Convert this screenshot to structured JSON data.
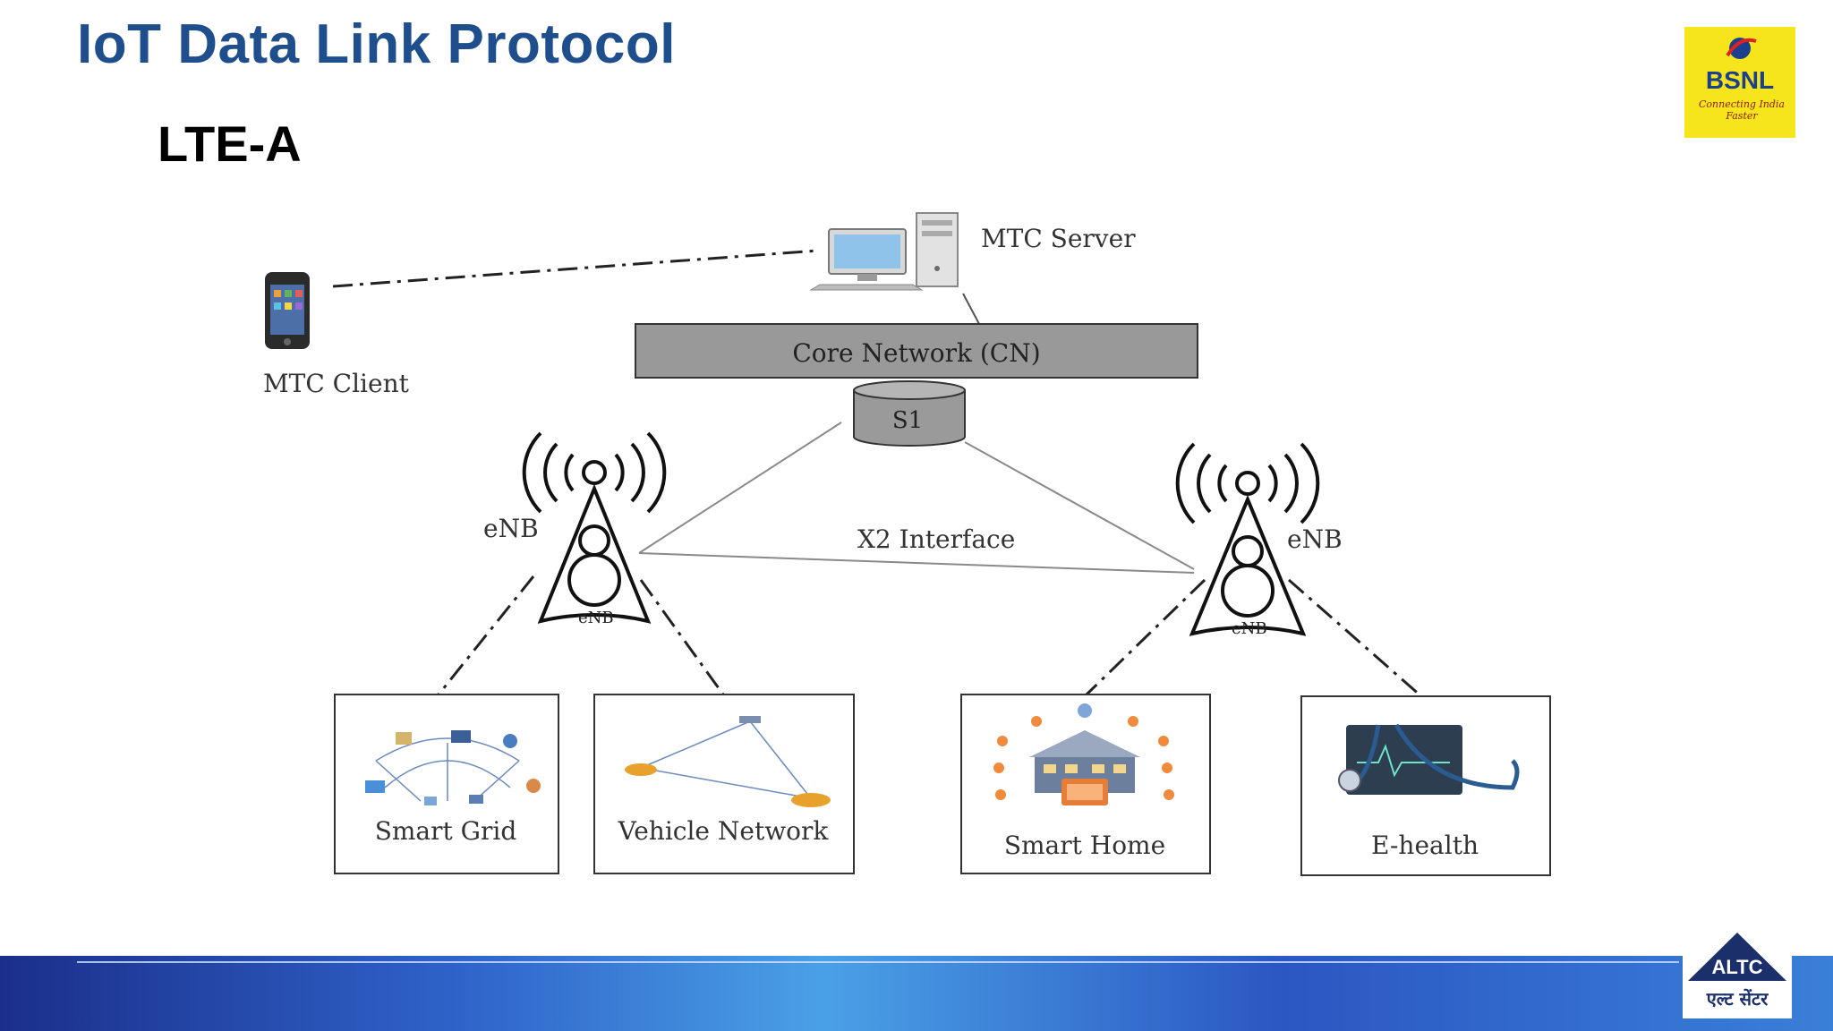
{
  "slide": {
    "title": "IoT Data Link Protocol",
    "subtitle": "LTE-A"
  },
  "logos": {
    "bsnl": {
      "name": "BSNL",
      "tagline": "Connecting India Faster",
      "color": "#f7e51b"
    },
    "altc": {
      "name": "ALTC",
      "hindi": "एल्ट सेंटर"
    }
  },
  "diagram": {
    "mtc_server": "MTC Server",
    "mtc_client": "MTC Client",
    "core_network": "Core Network (CN)",
    "s1": "S1",
    "enb_left": "eNB",
    "enb_right": "eNB",
    "tower_label_left": "eNB",
    "tower_label_right": "eNB",
    "x2_interface": "X2 Interface",
    "boxes": {
      "smart_grid": "Smart Grid",
      "vehicle_network": "Vehicle Network",
      "smart_home": "Smart Home",
      "e_health": "E-health"
    }
  },
  "colors": {
    "title": "#1f4e8c",
    "core_network_fill": "#999999",
    "footer_start": "#1b2f8a",
    "footer_end": "#3a7fd8"
  }
}
